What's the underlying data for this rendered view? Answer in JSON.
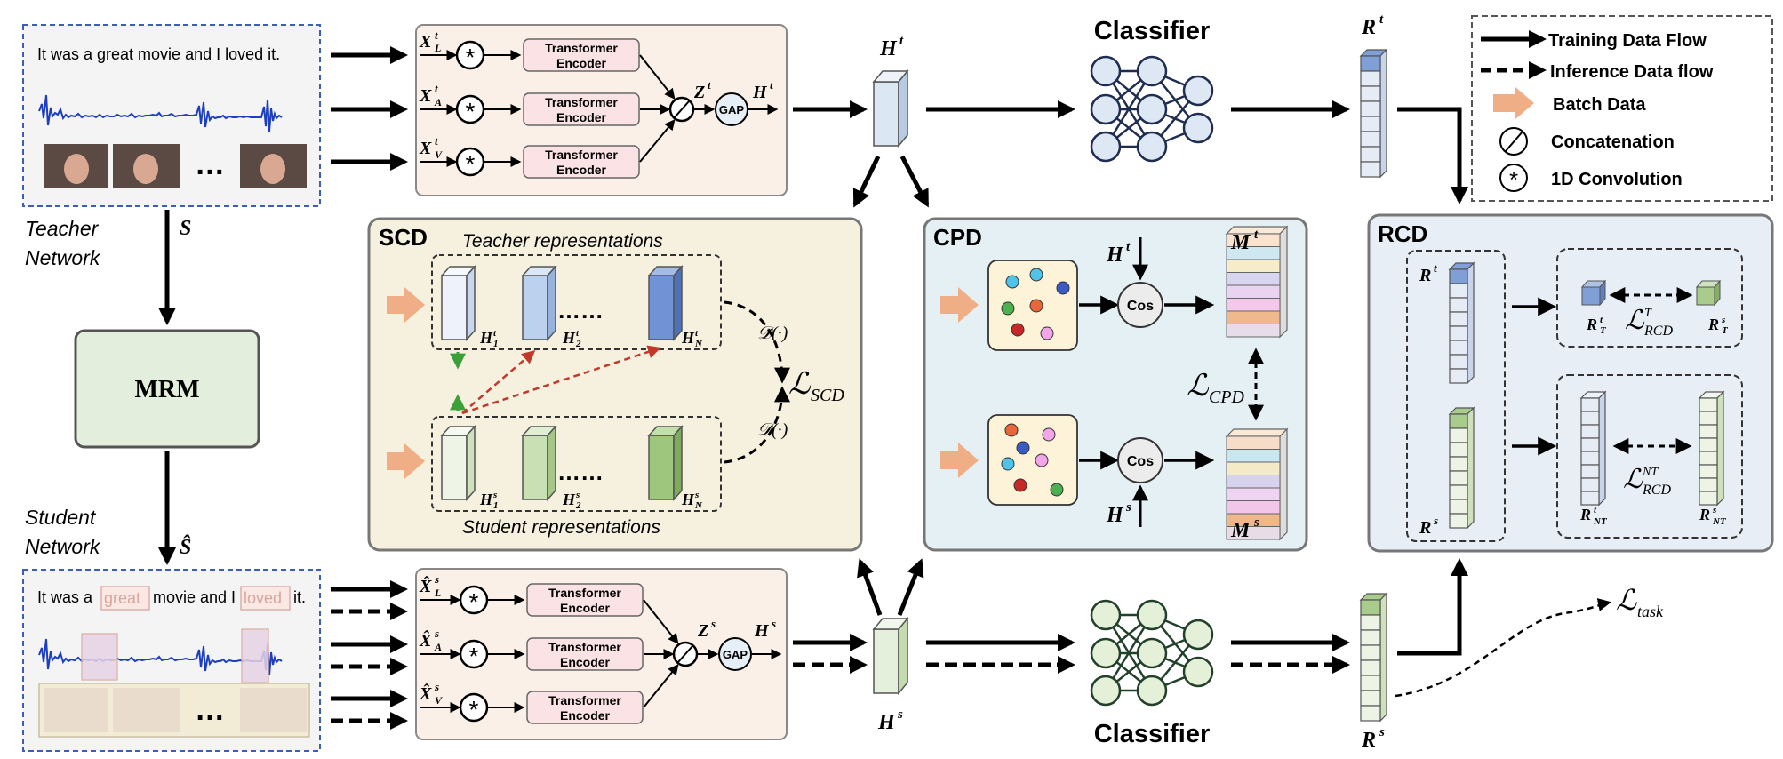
{
  "legend": {
    "training": "Training Data Flow",
    "inference": "Inference Data flow",
    "batch": "Batch Data",
    "concat": "Concatenation",
    "conv": "1D Convolution"
  },
  "teacher_input": {
    "sentence": "It was a great movie and I loved it.",
    "ellipsis": "…"
  },
  "student_input": {
    "sent_a": "It was a",
    "masked_1": "great",
    "sent_b": "movie and I",
    "masked_2": "loved",
    "sent_c": "it.",
    "ellipsis": "…"
  },
  "labels": {
    "teacher_network": [
      "Teacher",
      "Network"
    ],
    "student_network": [
      "Student",
      "Network"
    ],
    "mrm": "MRM",
    "classifier": "Classifier",
    "transformer": [
      "Transformer",
      "Encoder"
    ],
    "gap": "GAP",
    "cos": "Cos",
    "dots": "……"
  },
  "math": {
    "S": "S",
    "S_hat": "Ŝ",
    "H": "H",
    "Z": "Z",
    "R": "R",
    "M": "M",
    "X": "X",
    "X_hat": "X̂",
    "sup_t": "t",
    "sup_s": "s",
    "L": "L",
    "A": "A",
    "V": "V",
    "one": "1",
    "two": "2",
    "N": "N",
    "T": "T",
    "NT": "NT",
    "D": "𝒟(·)",
    "L_script": "ℒ",
    "SCD": "SCD",
    "CPD": "CPD",
    "RCD": "RCD",
    "task": "task"
  },
  "scd": {
    "title": "SCD",
    "teacher_rep": "Teacher representations",
    "student_rep": "Student representations"
  },
  "cpd": {
    "title": "CPD"
  },
  "rcd": {
    "title": "RCD"
  },
  "colors": {
    "teacher_blue": "#7f9fd6",
    "student_green": "#a9cc8c",
    "batch_orange": "#e8a57c",
    "scd_bg": "#f7f1e0",
    "cpd_bg": "#e6f1f5",
    "rcd_bg": "#e9eef6",
    "mrm_bg": "#e3efdc",
    "encoder_pink": "#fbe9ea"
  }
}
